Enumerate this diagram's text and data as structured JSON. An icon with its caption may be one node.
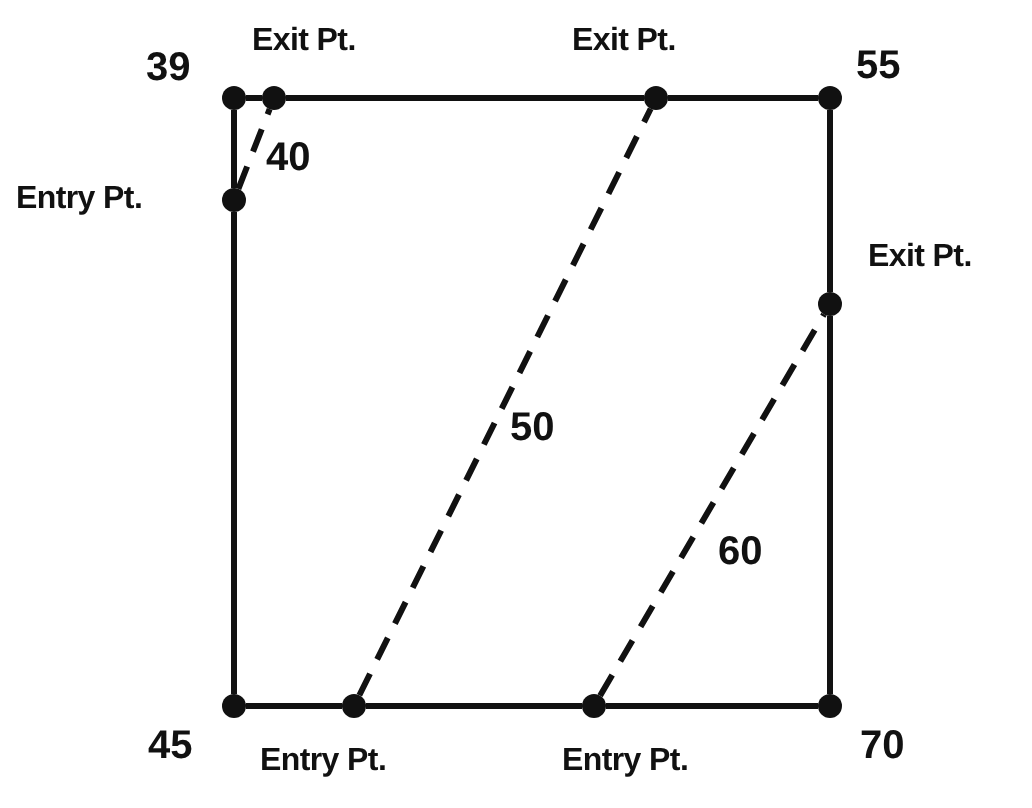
{
  "diagram": {
    "nodes": [
      {
        "text": [],
        "shape": "circle",
        "beside": [
          "39"
        ]
      },
      {
        "text": [],
        "shape": "circle",
        "beside": [
          "Exit Pt."
        ]
      },
      {
        "text": [],
        "shape": "circle",
        "beside": [
          "Exit Pt."
        ]
      },
      {
        "text": [],
        "shape": "circle",
        "beside": [
          "55"
        ]
      },
      {
        "text": [],
        "shape": "circle",
        "beside": [
          "Entry Pt."
        ]
      },
      {
        "text": [],
        "shape": "circle",
        "beside": [
          "Exit Pt."
        ]
      },
      {
        "text": [],
        "shape": "circle",
        "beside": [
          "45"
        ]
      },
      {
        "text": [],
        "shape": "circle",
        "beside": [
          "Entry Pt."
        ]
      },
      {
        "text": [],
        "shape": "circle",
        "beside": [
          "Entry Pt."
        ]
      },
      {
        "text": [],
        "shape": "circle",
        "beside": [
          "70"
        ]
      }
    ],
    "edges": [
      {
        "from": 0,
        "to": 1,
        "arrow": "none"
      },
      {
        "from": 1,
        "to": 2,
        "arrow": "none"
      },
      {
        "from": 2,
        "to": 3,
        "arrow": "none"
      },
      {
        "from": 3,
        "to": 5,
        "arrow": "none"
      },
      {
        "from": 5,
        "to": 9,
        "arrow": "none"
      },
      {
        "from": 9,
        "to": 8,
        "arrow": "none"
      },
      {
        "from": 8,
        "to": 7,
        "arrow": "none"
      },
      {
        "from": 7,
        "to": 6,
        "arrow": "none"
      },
      {
        "from": 6,
        "to": 4,
        "arrow": "none"
      },
      {
        "from": 4,
        "to": 0,
        "arrow": "none"
      },
      {
        "from": 4,
        "to": 1,
        "arrow": "none",
        "style": "dashed",
        "label": "40"
      },
      {
        "from": 7,
        "to": 2,
        "arrow": "none",
        "style": "dashed",
        "label": "50"
      },
      {
        "from": 8,
        "to": 5,
        "arrow": "none",
        "style": "dashed",
        "label": "60"
      }
    ]
  }
}
